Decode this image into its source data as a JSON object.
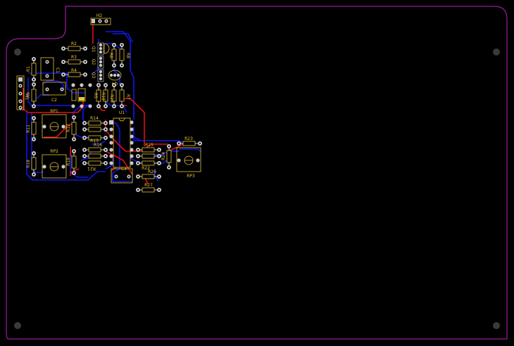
{
  "board": {
    "colors": {
      "outline": "#c020c0",
      "top_copper": "#e01010",
      "bottom_copper": "#1018e8",
      "silkscreen": "#e8c23a",
      "pad": "#c8c8c8",
      "background": "#000000"
    }
  },
  "components": {
    "header": "H2",
    "connector": "H1",
    "resistors": [
      "R1",
      "R2",
      "R3",
      "R4",
      "R5",
      "R6",
      "R7",
      "R8",
      "R9",
      "R10",
      "R11",
      "R12",
      "R13",
      "R14",
      "R15",
      "R16",
      "R17",
      "R18",
      "R19",
      "R20",
      "R21",
      "R22",
      "R23",
      "R24",
      "R25",
      "R26",
      "R27"
    ],
    "trimmers": [
      "RP1",
      "RP2",
      "RP3"
    ],
    "capacitors": [
      "C1",
      "C2",
      "C3"
    ],
    "transistors": [
      "Q1",
      "Q2",
      "Q3",
      "Q4"
    ],
    "ic": "U1"
  }
}
